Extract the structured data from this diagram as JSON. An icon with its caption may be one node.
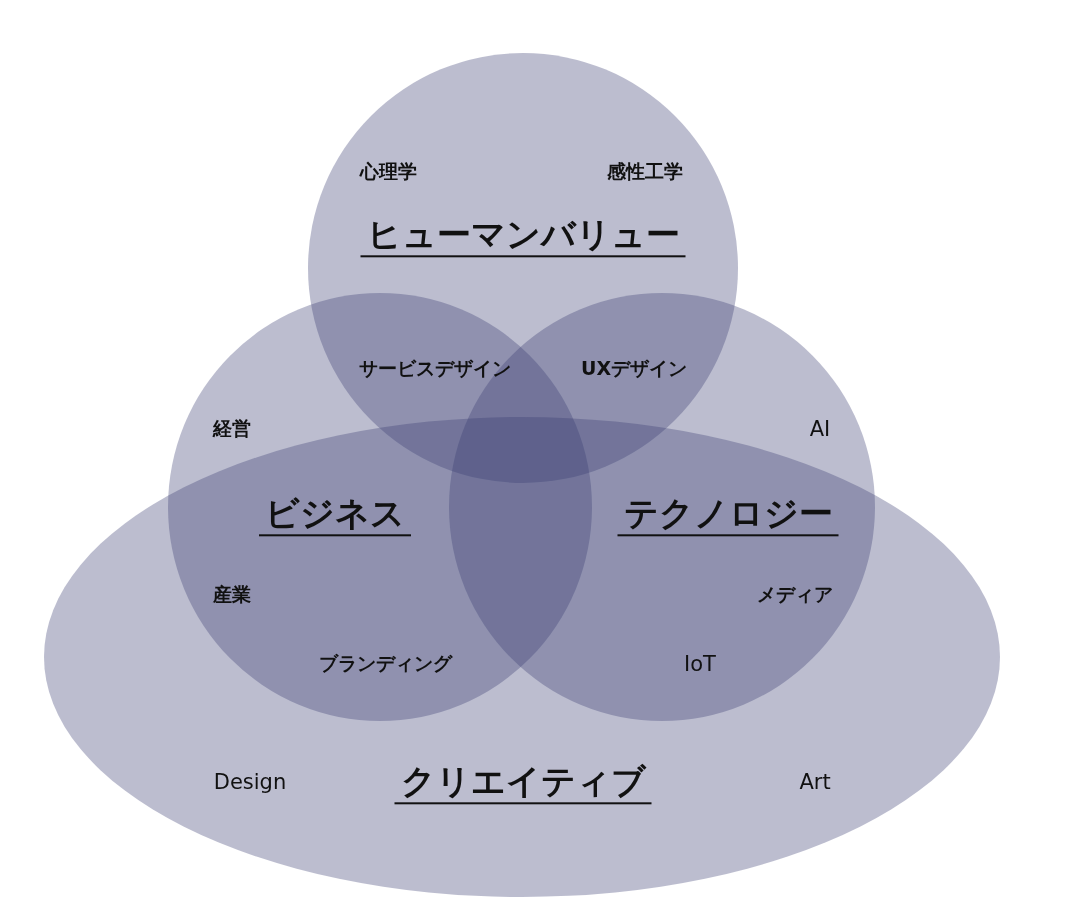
{
  "diagram": {
    "nodes": [
      {
        "text": [
          "ヒューマンバリュー"
        ]
      },
      {
        "text": [
          "ビジネス"
        ]
      },
      {
        "text": [
          "テクノロジー"
        ]
      },
      {
        "text": [
          "クリエイティブ"
        ]
      }
    ],
    "labels": [
      "心理学",
      "感性工学",
      "サービスデザイン",
      "UXデザイン",
      "経営",
      "AI",
      "産業",
      "メディア",
      "ブランディング",
      "IoT",
      "Design",
      "Art"
    ]
  }
}
